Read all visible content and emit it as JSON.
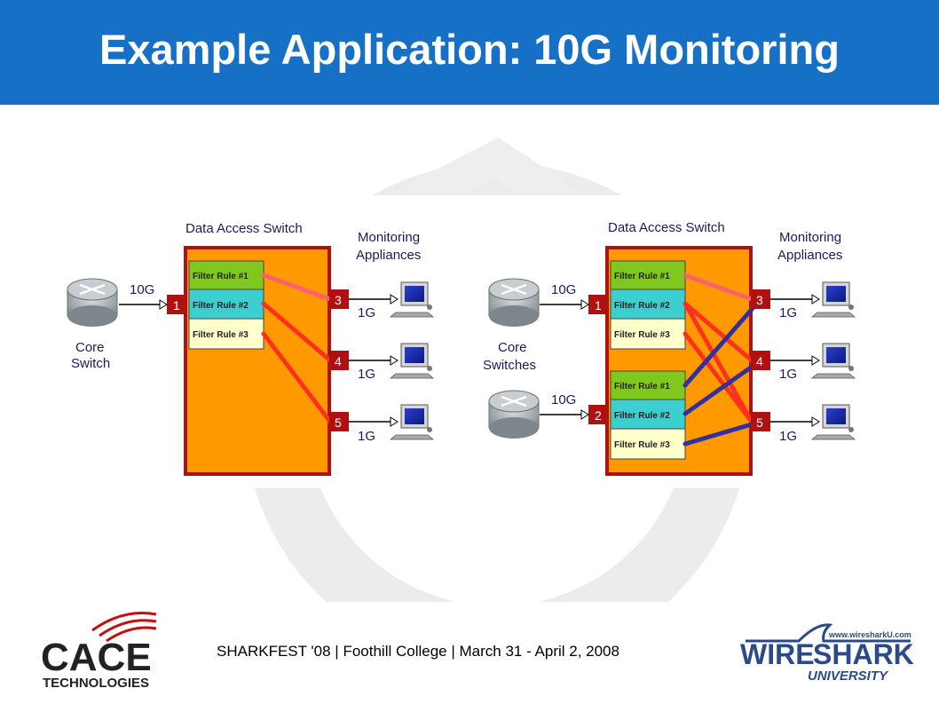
{
  "title": "Example Application: 10G Monitoring",
  "left": {
    "switch_title": "Data Access Switch",
    "appliances_title_1": "Monitoring",
    "appliances_title_2": "Appliances",
    "core_label_1": "Core",
    "core_label_2": "Switch",
    "in_speed": "10G",
    "in_port": "1",
    "rules": [
      "Filter Rule #1",
      "Filter Rule #2",
      "Filter Rule #3"
    ],
    "out_ports": [
      "3",
      "4",
      "5"
    ],
    "out_speeds": [
      "1G",
      "1G",
      "1G"
    ]
  },
  "right": {
    "switch_title": "Data Access Switch",
    "appliances_title_1": "Monitoring",
    "appliances_title_2": "Appliances",
    "core_label_1": "Core",
    "core_label_2": "Switches",
    "in_speeds": [
      "10G",
      "10G"
    ],
    "in_ports": [
      "1",
      "2"
    ],
    "rules_a": [
      "Filter Rule #1",
      "Filter Rule #2",
      "Filter Rule #3"
    ],
    "rules_b": [
      "Filter Rule #1",
      "Filter Rule #2",
      "Filter Rule #3"
    ],
    "out_ports": [
      "3",
      "4",
      "5"
    ],
    "out_speeds": [
      "1G",
      "1G",
      "1G"
    ]
  },
  "footer": "SHARKFEST '08  |  Foothill College  |  March 31 - April 2, 2008",
  "logos": {
    "cace_1": "CACE",
    "cace_2": "TECHNOLOGIES",
    "ws_url": "www.wiresharkU.com",
    "ws_1": "WIRE",
    "ws_2": "SHARK",
    "ws_tm": "™",
    "ws_3": "UNIVERSITY"
  },
  "colors": {
    "title_bar": "#1670c6",
    "switch_orange": "#ff9900",
    "switch_border": "#b01010",
    "rule_green": "#80c81e",
    "rule_cyan": "#3ccfcf",
    "rule_cream": "#ffffcc",
    "red_link": "#ff3020",
    "blue_link": "#3030a0"
  }
}
